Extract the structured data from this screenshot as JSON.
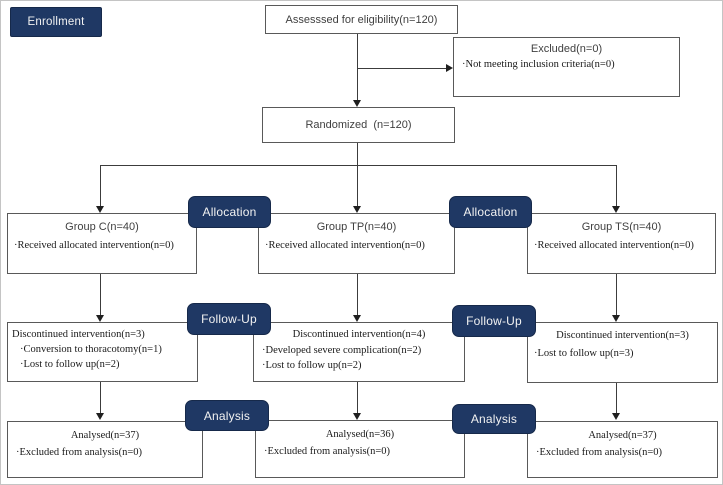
{
  "colors": {
    "navy": "#1f3864",
    "box-border": "#595959",
    "line": "#3c3c3c"
  },
  "stages": {
    "enrollment": "Enrollment",
    "allocation": "Allocation",
    "followup": "Follow-Up",
    "analysis": "Analysis"
  },
  "flow": {
    "assessed": "Assesssed for eligibility(n=120)",
    "excluded": {
      "title": "Excluded(n=0)",
      "item": "·Not meeting inclusion criteria(n=0)"
    },
    "randomized": "Randomized  (n=120)"
  },
  "columns": [
    {
      "id": "group-c",
      "allocation": {
        "title": "Group C(n=40)",
        "item": "·Received allocated intervention(n=0)"
      },
      "followup": {
        "title": "Discontinued intervention(n=3)",
        "items": [
          "·Conversion to thoracotomy(n=1)",
          "·Lost to follow up(n=2)"
        ]
      },
      "analysis": {
        "title": "Analysed(n=37)",
        "item": "·Excluded from analysis(n=0)"
      }
    },
    {
      "id": "group-tp",
      "allocation": {
        "title": "Group TP(n=40)",
        "item": "·Received allocated intervention(n=0)"
      },
      "followup": {
        "title": "Discontinued intervention(n=4)",
        "items": [
          "·Developed severe complication(n=2)",
          "·Lost to follow up(n=2)"
        ]
      },
      "analysis": {
        "title": "Analysed(n=36)",
        "item": "·Excluded from analysis(n=0)"
      }
    },
    {
      "id": "group-ts",
      "allocation": {
        "title": "Group TS(n=40)",
        "item": "·Received allocated intervention(n=0)"
      },
      "followup": {
        "title": "Discontinued intervention(n=3)",
        "items": [
          "·Lost to follow up(n=3)"
        ]
      },
      "analysis": {
        "title": "Analysed(n=37)",
        "item": "·Excluded from analysis(n=0)"
      }
    }
  ]
}
